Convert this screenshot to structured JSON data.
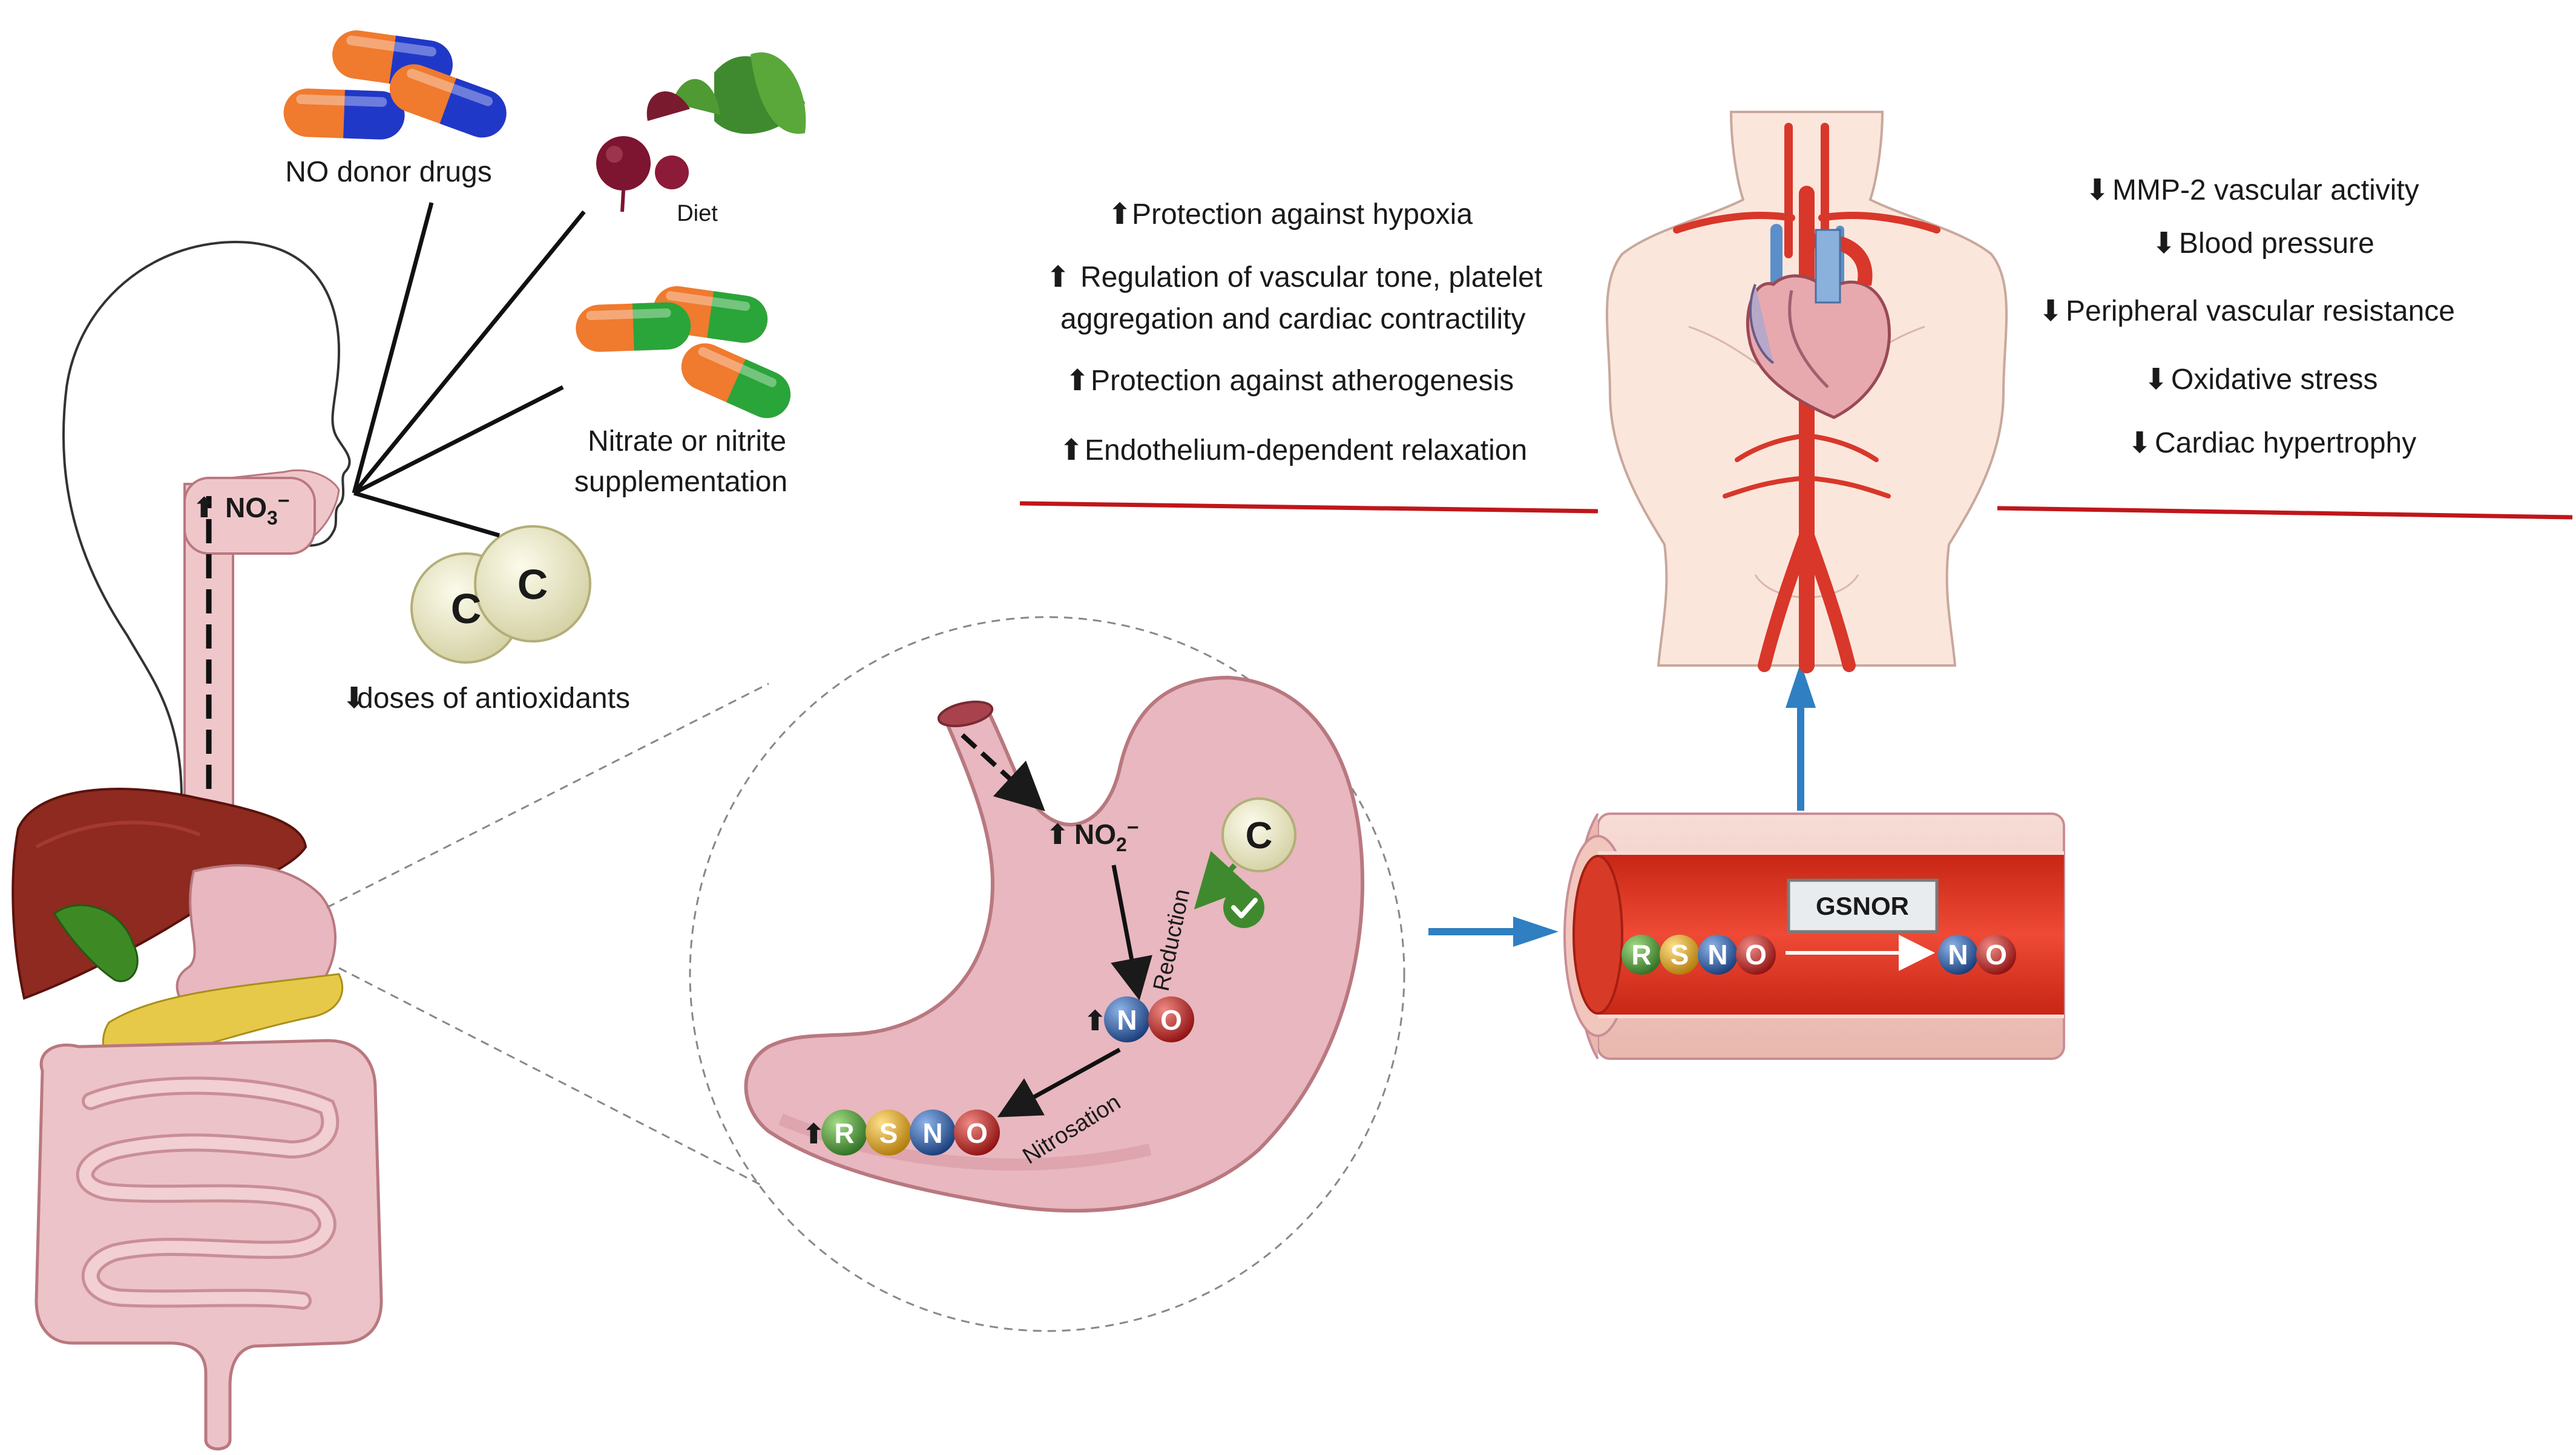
{
  "inputs": {
    "no_donor_drugs": "NO donor drugs",
    "diet": "Diet",
    "nitrate_line1": "Nitrate or nitrite",
    "nitrate_line2": "supplementation",
    "antioxidants_arrow": "⬇",
    "antioxidants": "doses of antioxidants",
    "vitamin_letter": "C"
  },
  "mouth": {
    "arrow": "⬆",
    "label": "NO",
    "sub": "3",
    "sup": "−"
  },
  "stomach": {
    "nitrite_arrow": "⬆",
    "nitrite_label": "NO",
    "nitrite_sub": "2",
    "nitrite_sup": "−",
    "reduction": "Reduction",
    "nitrosation": "Nitrosation",
    "no_arrow": "⬆",
    "rsno_arrow": "⬆",
    "vitamin_letter": "C"
  },
  "molecule_letters": {
    "r": "R",
    "s": "S",
    "n": "N",
    "o": "O"
  },
  "vessel": {
    "enzyme": "GSNOR"
  },
  "effects_increase": [
    {
      "arrow": "⬆",
      "text": "Protection against hypoxia"
    },
    {
      "arrow": "⬆",
      "text": "Regulation of vascular tone, platelet"
    },
    {
      "arrow": "",
      "text": "aggregation and cardiac contractility"
    },
    {
      "arrow": "⬆",
      "text": "Protection against atherogenesis"
    },
    {
      "arrow": "⬆",
      "text": "Endothelium-dependent  relaxation"
    }
  ],
  "effects_decrease": [
    {
      "arrow": "⬇",
      "text": "MMP-2 vascular activity"
    },
    {
      "arrow": "⬇",
      "text": "Blood pressure"
    },
    {
      "arrow": "⬇",
      "text": "Peripheral vascular resistance"
    },
    {
      "arrow": "⬇",
      "text": "Oxidative stress"
    },
    {
      "arrow": "⬇",
      "text": "Cardiac hypertrophy"
    }
  ],
  "colors": {
    "stomach": "#e8b7bf",
    "stomach_outline": "#b9787f",
    "vessel_red": "#e03a2a",
    "vessel_wall": "#f3d2cc",
    "artery": "#d8372a",
    "vein": "#5b8fc9",
    "skin": "#fbe6dc",
    "arrow_blue": "#2f7fc2",
    "divider_red": "#c0161a",
    "ball_r": "#3f8a2e",
    "ball_s": "#d39a14",
    "ball_n": "#1f4f95",
    "ball_o": "#c21a1a",
    "pill_orange": "#f07a2e",
    "pill_blue": "#2038c8",
    "pill_green": "#2aa53a",
    "vitamin_c": "#eeeccc"
  }
}
